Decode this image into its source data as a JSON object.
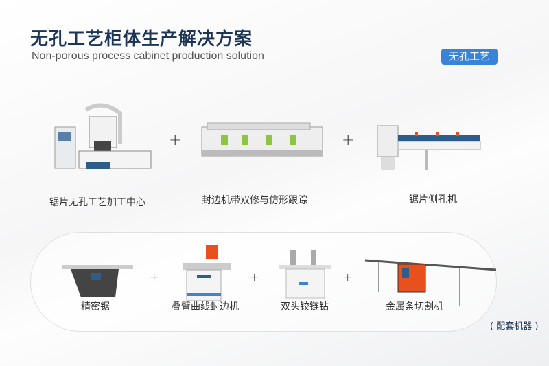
{
  "header": {
    "title": "无孔工艺柜体生产解决方案",
    "subtitle": "Non-porous process cabinet production solution",
    "badge": "无孔工艺"
  },
  "main_machines": [
    {
      "label": "锯片无孔工艺加工中心"
    },
    {
      "label": "封边机带双修与仿形跟踪"
    },
    {
      "label": "锯片侧孔机"
    }
  ],
  "accessory_machines": [
    {
      "label": "精密锯"
    },
    {
      "label": "叠臂曲线封边机"
    },
    {
      "label": "双头铰链钻"
    },
    {
      "label": "金属条切割机"
    }
  ],
  "plus": "+",
  "accessory_note": "( 配套机器 )",
  "colors": {
    "title": "#1d3557",
    "badge": "#3a84d8",
    "accent_green": "#8cc63f",
    "accent_orange": "#e8501e"
  }
}
